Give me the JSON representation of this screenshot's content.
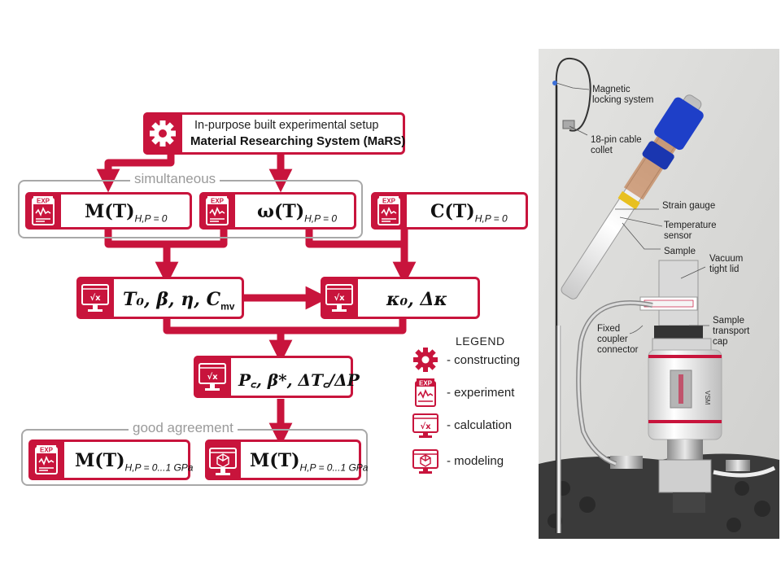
{
  "colors": {
    "accent": "#c8143c",
    "group_border": "#a8a8a8",
    "group_text": "#9a9a9a"
  },
  "header_box": {
    "line1": "In-purpose built experimental setup",
    "line2": "Material Researching System (MaRS)",
    "icon": "gear-icon"
  },
  "groups": {
    "simultaneous": "simultaneous",
    "good_agreement": "good agreement"
  },
  "formulas": {
    "m_t": {
      "main": "M(T)",
      "sub": "H,P = 0",
      "icon": "exp-clipboard-icon"
    },
    "omega_t": {
      "main": "ω(T)",
      "sub": "H,P = 0",
      "icon": "exp-clipboard-icon"
    },
    "c_t": {
      "main": "C(T)",
      "sub": "H,P = 0",
      "icon": "exp-clipboard-icon"
    },
    "params": {
      "text": "T₀, β, η, C",
      "sub": "mv",
      "icon": "calculation-monitor-icon"
    },
    "kappa": {
      "text": "κ₀, Δκ",
      "icon": "calculation-monitor-icon"
    },
    "pc": {
      "text": "P꜀, β*, ΔT꜀/ΔP",
      "icon": "calculation-monitor-icon"
    },
    "m_exp": {
      "main": "M(T)",
      "sub": "H,P = 0...1 GPa",
      "icon": "exp-clipboard-icon"
    },
    "m_model": {
      "main": "M(T)",
      "sub": "H,P = 0...1 GPa",
      "icon": "modeling-monitor-icon"
    }
  },
  "legend": {
    "title": "LEGEND",
    "items": [
      {
        "icon": "gear-icon",
        "label": "- constructing"
      },
      {
        "icon": "exp-clipboard-icon",
        "label": "- experiment"
      },
      {
        "icon": "calculation-monitor-icon",
        "label": "- calculation"
      },
      {
        "icon": "modeling-monitor-icon",
        "label": "- modeling"
      }
    ]
  },
  "photo_labels": {
    "magnetic": "Magnetic\nlocking system",
    "cable": "18-pin cable\ncollet",
    "strain": "Strain gauge",
    "temperature": "Temperature\nsensor",
    "sample": "Sample",
    "vacuum": "Vacuum\ntight lid",
    "fixed": "Fixed\ncoupler\nconnector",
    "transport": "Sample\ntransport\ncap",
    "vsm": "VSM"
  }
}
